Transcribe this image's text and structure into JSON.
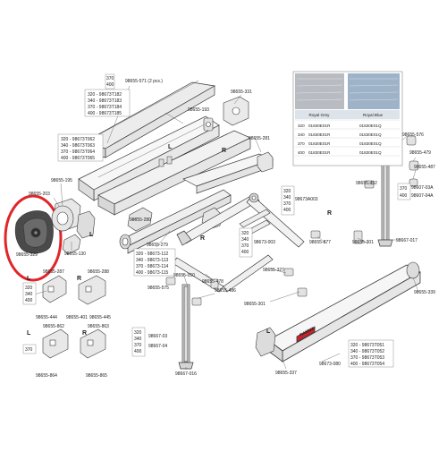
{
  "part_numbers": {
    "p98655_571": "98655-571 (2 pcs.)",
    "p98655_193": "98655-193",
    "p98655_331": "98655-331",
    "p98655_281": "98655-281",
    "p98655_203": "98655-203",
    "p98655_195": "98655-195",
    "p98655_329": "98655-329",
    "p98655_130": "98655-130",
    "p98655_280": "98655-280",
    "p98655_279": "98655-279",
    "p98655_287": "98655-287",
    "p98655_288": "98655-288",
    "p98655_444": "98655-444",
    "p98655_401": "98655-401",
    "p98655_445": "98655-445",
    "p98655_862": "98655-862",
    "p98655_863": "98655-863",
    "p98655_864": "98655-864",
    "p98655_865": "98655-865",
    "p98655_575": "98655-575",
    "p98655_050": "98655-050",
    "p98655_478": "98655-478",
    "p98655_486": "98655-486",
    "p98655_327": "98655-327",
    "p98655_301a": "98655-301",
    "p98655_301b": "98655-301",
    "p98655_877": "98655-877",
    "p98655_452": "98655-452",
    "p98655_576": "98655-576",
    "p98655_479": "98655-479",
    "p98655_487": "98655-487",
    "p98655_339": "98655-339",
    "p98655_337": "98655-337",
    "p98667_017": "98667-017",
    "p98667_016": "98667-016",
    "p98673_080": "98673-080",
    "p98673A003": "98673A003",
    "p98673_003": "98673-003"
  },
  "top_bar_list": {
    "header": "370\n400",
    "rows": [
      "320 - 98673T182",
      "340 - 98673T183",
      "370 - 98673T184",
      "400 - 98673T185"
    ]
  },
  "left_bar_list": {
    "rows": [
      "320 - 98673T062",
      "340 - 98673T063",
      "370 - 98673T064",
      "400 - 98673T065"
    ]
  },
  "mid_bar_list": {
    "rows": [
      "320 - 98673-112",
      "340 - 98673-113",
      "370 - 98673-114",
      "400 - 98673-115"
    ]
  },
  "right_bar_list": {
    "rows": [
      "320 - 98673T051",
      "340 - 98673T052",
      "370 - 98673T053",
      "400 - 98673T054"
    ]
  },
  "sizes_a": [
    "320",
    "340",
    "370",
    "400"
  ],
  "sizes_b": [
    "320",
    "340",
    "370",
    "400"
  ],
  "sizes_c": [
    "370",
    "400"
  ],
  "sizes_left": [
    "320",
    "340",
    "400"
  ],
  "sizes_left2": [
    "370"
  ],
  "sizes_bottom": [
    "320",
    "340",
    "370",
    "400"
  ],
  "leg_codes": [
    "98667-03",
    "98667-04"
  ],
  "right_leg_codes": [
    "98607-03A",
    "98607-04A"
  ],
  "fabric_table": {
    "headers": [
      "Royal Grey",
      "Royal Blue"
    ],
    "rows": [
      [
        "320",
        "01830E01R",
        "01830E01Q"
      ],
      [
        "340",
        "01830E01R",
        "01830E01Q"
      ],
      [
        "370",
        "01830E01R",
        "01830E01Q"
      ],
      [
        "400",
        "01830E01R",
        "01830E01Q"
      ]
    ],
    "swatch_grey": "#b8bcc2",
    "swatch_blue": "#9fb3c8"
  },
  "side_marks": {
    "L": "L",
    "R": "R"
  },
  "brand_text": "FIAMMA",
  "colors": {
    "highlight_circle": "#e0262a",
    "brand_red": "#cc2229",
    "line": "#3a3a3a"
  }
}
